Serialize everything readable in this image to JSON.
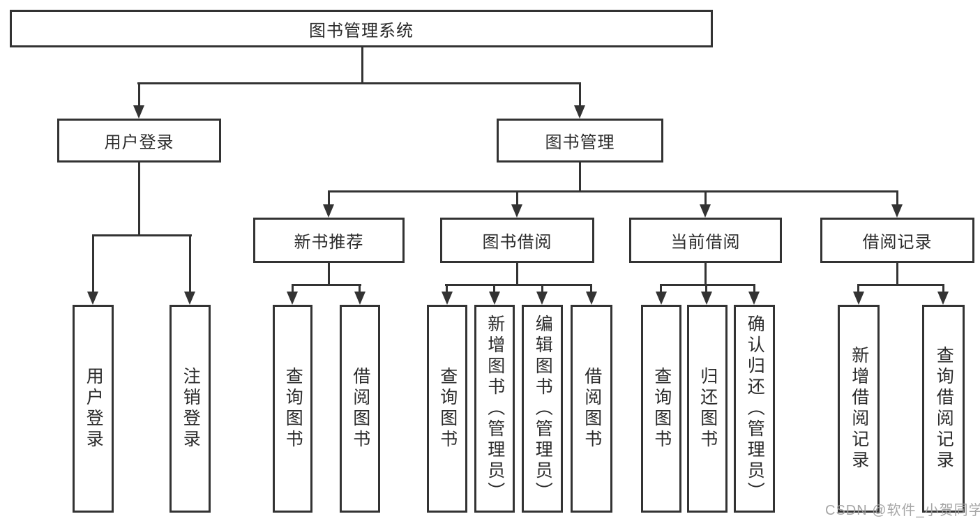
{
  "diagram_title": "图书管理系统",
  "nodes": {
    "root": "图书管理系统",
    "l2": [
      "用户登录",
      "图书管理"
    ],
    "l3": [
      "新书推荐",
      "图书借阅",
      "当前借阅",
      "借阅记录"
    ],
    "leaves_login": [
      "用户登录",
      "注销登录"
    ],
    "leaves_newbook": [
      "查询图书",
      "借阅图书"
    ],
    "leaves_borrow": [
      "查询图书",
      "新增图书（管理员）",
      "编辑图书（管理员）",
      "借阅图书"
    ],
    "leaves_current": [
      "查询图书",
      "归还图书",
      "确认归还（管理员）"
    ],
    "leaves_record": [
      "新增借阅记录",
      "查询借阅记录"
    ]
  },
  "watermark": "CSDN @软件_小贺同学",
  "colors": {
    "line": "#333333",
    "box_border": "#333333",
    "text": "#2b2b2b",
    "watermark": "#9e9e9e",
    "background": "#ffffff"
  }
}
